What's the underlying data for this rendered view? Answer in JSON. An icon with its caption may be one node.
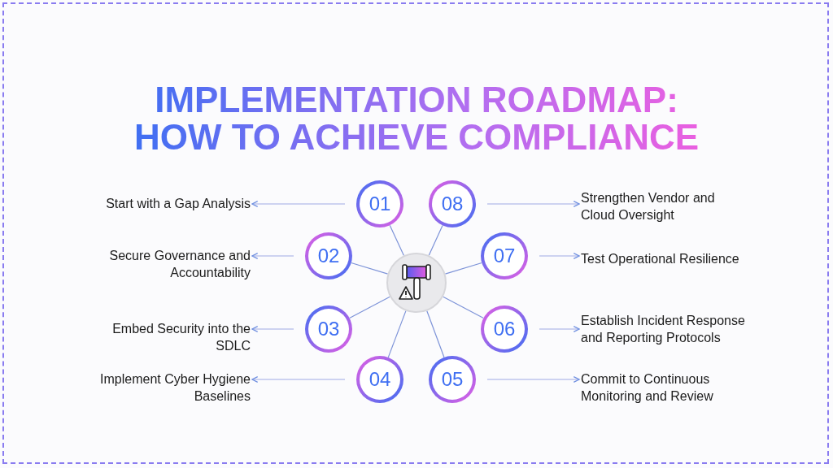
{
  "diagram": {
    "title": "IMPLEMENTATION ROADMAP: HOW TO ACHIEVE COMPLIANCE",
    "nodes": [
      {
        "text": [],
        "shape": "circle"
      },
      {
        "text": [
          "01"
        ]
      },
      {
        "text": [
          "02"
        ]
      },
      {
        "text": [
          "03"
        ]
      },
      {
        "text": [
          "04"
        ]
      },
      {
        "text": [
          "05"
        ]
      },
      {
        "text": [
          "06"
        ]
      },
      {
        "text": [
          "07"
        ]
      },
      {
        "text": [
          "08"
        ]
      },
      {
        "text": [
          "Start with a Gap Analysis"
        ]
      },
      {
        "text": [
          "Secure Governance and Accountability"
        ]
      },
      {
        "text": [
          "Embed Security into the SDLC"
        ]
      },
      {
        "text": [
          "Implement Cyber Hygiene Baselines"
        ]
      },
      {
        "text": [
          "Commit to Continuous Monitoring and Review"
        ]
      },
      {
        "text": [
          "Establish Incident Response and Reporting Protocols"
        ]
      },
      {
        "text": [
          "Test Operational Resilience"
        ]
      },
      {
        "text": [
          "Strengthen Vendor and Cloud Oversight"
        ]
      }
    ],
    "edges": [
      {
        "from": 1,
        "to": 0,
        "arrow": "none"
      },
      {
        "from": 2,
        "to": 0,
        "arrow": "none"
      },
      {
        "from": 3,
        "to": 0,
        "arrow": "none"
      },
      {
        "from": 4,
        "to": 0,
        "arrow": "none"
      },
      {
        "from": 5,
        "to": 0,
        "arrow": "none"
      },
      {
        "from": 6,
        "to": 0,
        "arrow": "none"
      },
      {
        "from": 7,
        "to": 0,
        "arrow": "none"
      },
      {
        "from": 8,
        "to": 0,
        "arrow": "none"
      },
      {
        "from": 1,
        "to": 9,
        "arrow": "to"
      },
      {
        "from": 2,
        "to": 10,
        "arrow": "to"
      },
      {
        "from": 3,
        "to": 11,
        "arrow": "to"
      },
      {
        "from": 4,
        "to": 12,
        "arrow": "to"
      },
      {
        "from": 5,
        "to": 13,
        "arrow": "to"
      },
      {
        "from": 6,
        "to": 14,
        "arrow": "to"
      },
      {
        "from": 7,
        "to": 15,
        "arrow": "to"
      },
      {
        "from": 8,
        "to": 16,
        "arrow": "to"
      }
    ]
  }
}
